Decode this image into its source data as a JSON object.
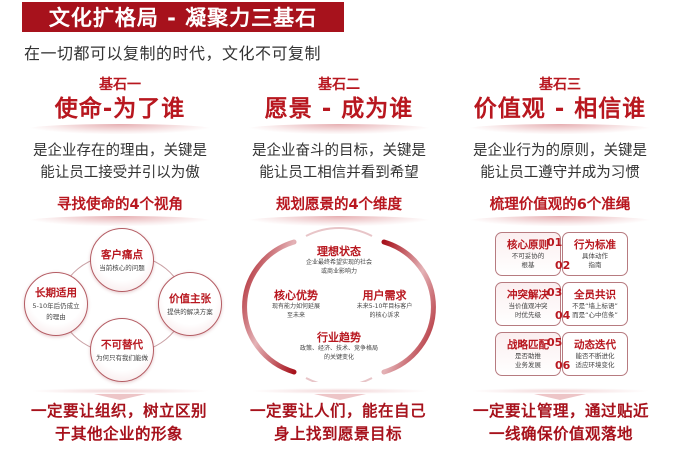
{
  "header": {
    "title": "文化扩格局 - 凝聚力三基石",
    "subtitle": "在一切都可以复制的时代，文化不可复制"
  },
  "colors": {
    "accent": "#a7121c",
    "accent_text": "#b8171f",
    "body_text": "#333333"
  },
  "pillars": [
    {
      "kicker": "基石一",
      "title": "使命-为了谁",
      "desc_lines": [
        "是企业存在的理由，关键是",
        "能让员工接受并引以为傲"
      ],
      "section_label": "寻找使命的4个视角",
      "diagram": {
        "type": "four-circles",
        "items": [
          {
            "title": "客户痛点",
            "sub": [
              "当前核心的问题"
            ]
          },
          {
            "title": "价值主张",
            "sub": [
              "提供的解决方案"
            ]
          },
          {
            "title": "不可替代",
            "sub": [
              "为何只有我们能做"
            ]
          },
          {
            "title": "长期适用",
            "sub": [
              "5-10年后仍成立",
              "的理由"
            ]
          }
        ]
      },
      "conclusion_lines": [
        "一定要让组织，树立区别",
        "于其他企业的形象"
      ]
    },
    {
      "kicker": "基石二",
      "title": "愿景 - 成为谁",
      "desc_lines": [
        "是企业奋斗的目标，关键是",
        "能让员工相信并看到希望"
      ],
      "section_label": "规划愿景的4个维度",
      "diagram": {
        "type": "ring",
        "items": [
          {
            "title": "理想状态",
            "sub": [
              "企业最终希望实现的社会",
              "或商业影响力"
            ]
          },
          {
            "title": "核心优势",
            "sub": [
              "现有能力如何延展",
              "至未来"
            ]
          },
          {
            "title": "用户需求",
            "sub": [
              "未来5-10年目标客户",
              "的核心诉求"
            ]
          },
          {
            "title": "行业趋势",
            "sub": [
              "政策、经济、技术、竞争格局",
              "的关键变化"
            ]
          }
        ]
      },
      "conclusion_lines": [
        "一定要让人们，能在自己",
        "身上找到愿景目标"
      ]
    },
    {
      "kicker": "基石三",
      "title": "价值观 - 相信谁",
      "desc_lines": [
        "是企业行为的原则，关键是",
        "能让员工遵守并成为习惯"
      ],
      "section_label": "梳理价值观的6个准绳",
      "diagram": {
        "type": "puzzle-grid",
        "items": [
          {
            "num": "01",
            "title": "核心原则",
            "sub": [
              "不可妥协的",
              "根基"
            ]
          },
          {
            "num": "02",
            "title": "行为标准",
            "sub": [
              "具体动作",
              "指南"
            ]
          },
          {
            "num": "03",
            "title": "冲突解决",
            "sub": [
              "当价值观冲突",
              "时优先级"
            ]
          },
          {
            "num": "04",
            "title": "全员共识",
            "sub": [
              "不是“墙上标语”",
              "而是“心中信条”"
            ]
          },
          {
            "num": "05",
            "title": "战略匹配",
            "sub": [
              "是否助推",
              "业务发展"
            ]
          },
          {
            "num": "06",
            "title": "动态迭代",
            "sub": [
              "能否不断进化",
              "适应环境变化"
            ]
          }
        ]
      },
      "conclusion_lines": [
        "一定要让管理，通过贴近",
        "一线确保价值观落地"
      ]
    }
  ]
}
